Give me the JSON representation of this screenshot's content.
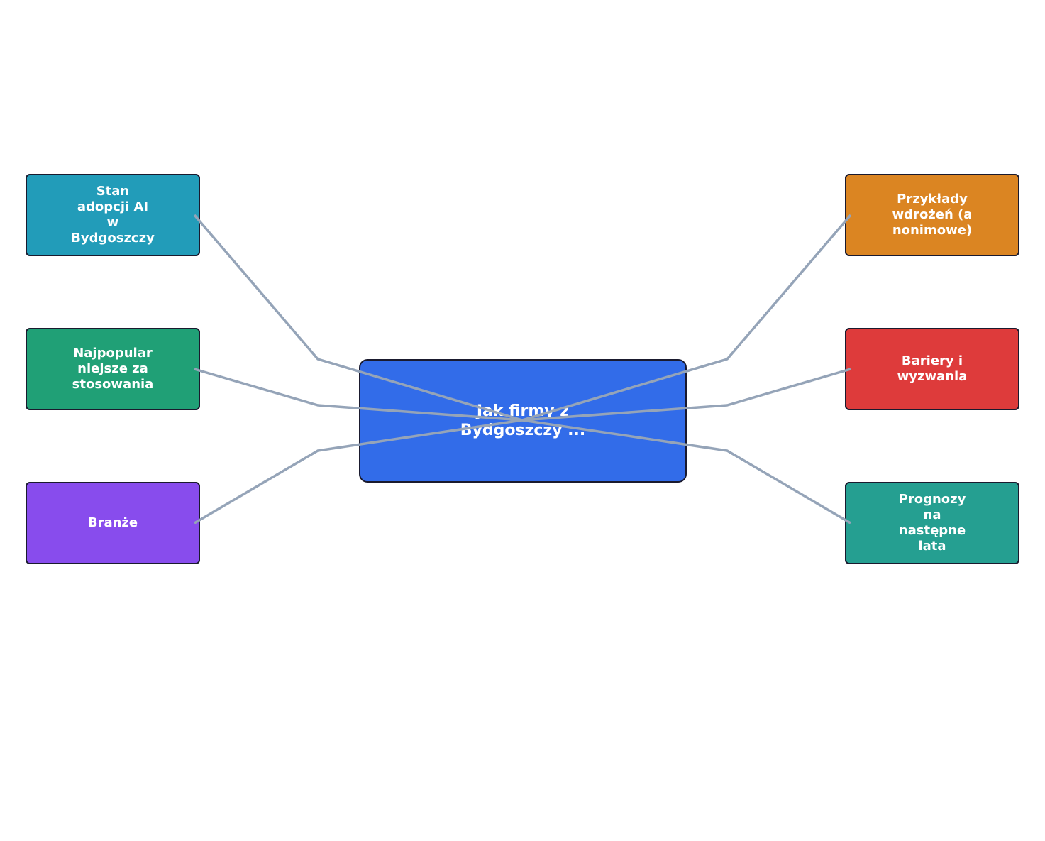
{
  "center": {
    "label": "Jak firmy z\nBydgoszczy ...",
    "color": "#326ce9"
  },
  "branches": [
    {
      "id": "stan",
      "label": "Stan\nadopcji AI\nw\nBydgoszczy",
      "color": "#229cb9"
    },
    {
      "id": "najpopular",
      "label": "Najpopular\nniejsze za\nstosowania",
      "color": "#20a076"
    },
    {
      "id": "branze",
      "label": "Branże",
      "color": "#884ced"
    },
    {
      "id": "przyklady",
      "label": "Przykłady\nwdrożeń (a\nnonimowe)",
      "color": "#db8522"
    },
    {
      "id": "bariery",
      "label": "Bariery i\nwyzwania",
      "color": "#de3b3b"
    },
    {
      "id": "prognozy",
      "label": "Prognozy\nna\nnastępne\nlata",
      "color": "#259f91"
    }
  ],
  "edge_color": "#95a4b8"
}
